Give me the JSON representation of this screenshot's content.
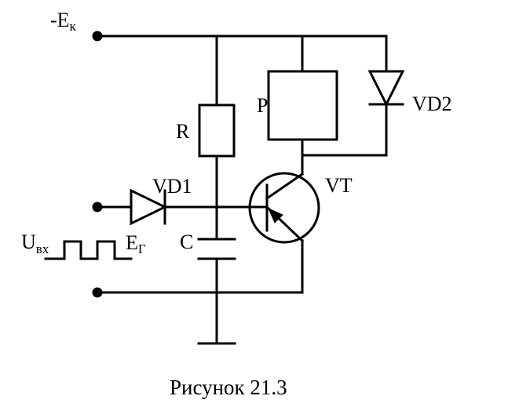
{
  "labels": {
    "ek_main": "-E",
    "ek_sub": "к",
    "r": "R",
    "p": "P",
    "vd2": "VD2",
    "vd1": "VD1",
    "vt": "VT",
    "c": "C",
    "u_main": "U",
    "u_sub": "вх",
    "eg_main": "E",
    "eg_sub": "Г"
  },
  "caption": "Рисунок 21.3"
}
